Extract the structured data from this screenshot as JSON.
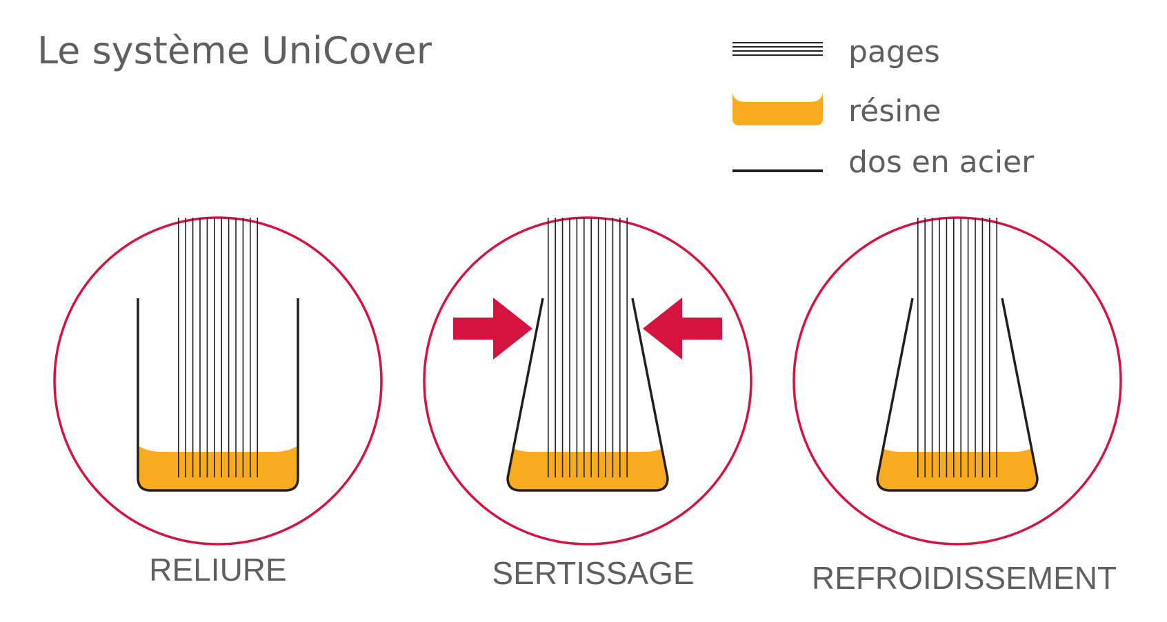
{
  "title": "Le système UniCover",
  "legend": {
    "pages": "pages",
    "resin": "résine",
    "spine": "dos en acier"
  },
  "steps": [
    {
      "label": "RELIURE",
      "pressing": false,
      "tapered": false
    },
    {
      "label": "SERTISSAGE",
      "pressing": true,
      "tapered": true
    },
    {
      "label": "REFROIDISSEMENT",
      "pressing": false,
      "tapered": true
    }
  ],
  "colors": {
    "circle": "#d4133f",
    "arrow": "#d4133f",
    "resin": "#f9ab20",
    "spine": "#231f20",
    "pages": "#231f20",
    "text": "#5f5f5f"
  },
  "page_line_count": 12
}
